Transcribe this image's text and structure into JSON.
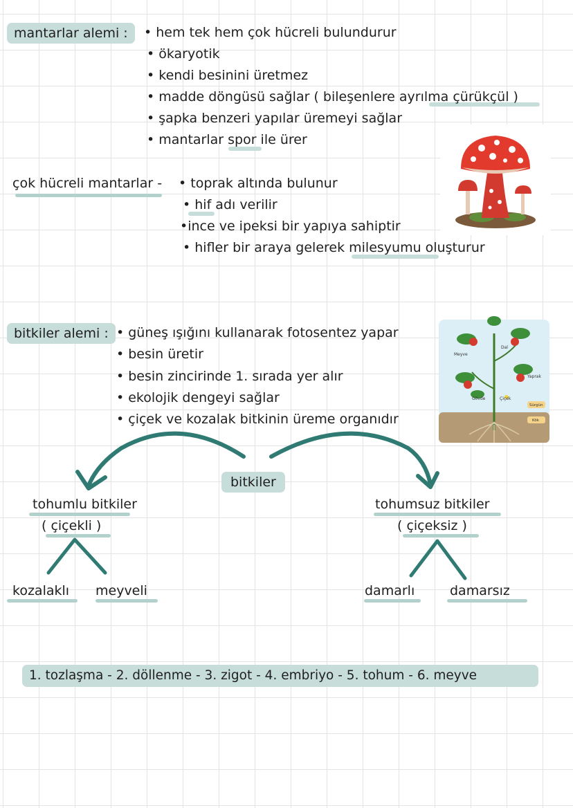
{
  "fungi": {
    "title": "mantarlar alemi :",
    "bullets": [
      "• hem tek hem çok hücreli bulundurur",
      "• ökaryotik",
      "• kendi besinini üretmez",
      "• madde döngüsü sağlar ( bileşenlere ayrılma çürükçül )",
      "• şapka benzeri yapılar üremeyi sağlar",
      "• mantarlar spor ile ürer"
    ],
    "multicell_title": "çok hücreli mantarlar -",
    "multicell_bullets": [
      "• toprak altında bulunur",
      "• hif adı verilir",
      "•ince ve ipeksi bir yapıya sahiptir",
      "• hifler bir araya gelerek milesyumu oluşturur"
    ]
  },
  "plants": {
    "title": "bitkiler alemi :",
    "bullets": [
      "• güneş ışığını kullanarak fotosentez yapar",
      "• besin üretir",
      "• besin zincirinde 1. sırada yer alır",
      "• ekolojik dengeyi sağlar",
      "• çiçek ve kozalak bitkinin üreme organıdır"
    ],
    "diagram_labels": {
      "meyve": "Meyve",
      "dal": "Dal",
      "yaprak": "Yaprak",
      "govde": "Gövde",
      "cicek": "Çiçek",
      "surgun": "Sürgün",
      "kok": "Kök"
    }
  },
  "tree": {
    "root": "bitkiler",
    "left": {
      "label": "tohumlu bitkiler",
      "sub": "( çiçekli )",
      "children": [
        "kozalaklı",
        "meyveli"
      ]
    },
    "right": {
      "label": "tohumsuz bitkiler",
      "sub": "( çiçeksiz )",
      "children": [
        "damarlı",
        "damarsız"
      ]
    }
  },
  "sequence": "1. tozlaşma - 2. döllenme - 3. zigot - 4. embriyo - 5. tohum - 6. meyve",
  "colors": {
    "highlight": "#c7ddd9",
    "underline": "#b3d1cc",
    "arrow": "#2f7a72"
  }
}
